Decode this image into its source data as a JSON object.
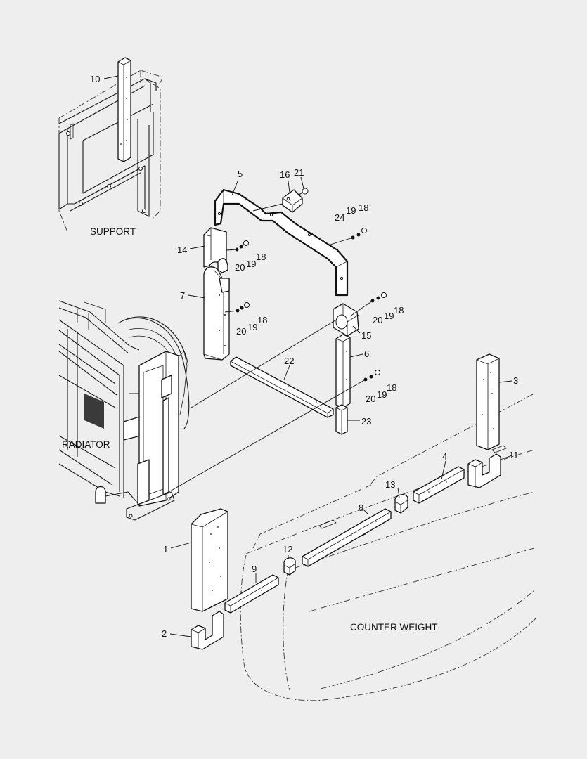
{
  "labels": {
    "support": "SUPPORT",
    "radiator": "RADIATOR",
    "counter_weight": "COUNTER WEIGHT"
  },
  "callouts": {
    "c1": "1",
    "c2": "2",
    "c3": "3",
    "c4": "4",
    "c5": "5",
    "c6": "6",
    "c7": "7",
    "c8": "8",
    "c9": "9",
    "c10": "10",
    "c11": "11",
    "c12": "12",
    "c13": "13",
    "c14": "14",
    "c15": "15",
    "c16": "16",
    "c21": "21",
    "c22": "22",
    "c23": "23",
    "g1_24": "24",
    "g1_19": "19",
    "g1_18": "18",
    "g2_20": "20",
    "g2_19": "19",
    "g2_18": "18",
    "g3_20": "20",
    "g3_19": "19",
    "g3_18": "18",
    "g4_20": "20",
    "g4_19": "19",
    "g4_18": "18",
    "g5_20": "20",
    "g5_19": "19",
    "g5_18": "18"
  },
  "colors": {
    "background": "#eeeeee",
    "line": "#1a1a1a",
    "part_fill": "#ffffff"
  }
}
